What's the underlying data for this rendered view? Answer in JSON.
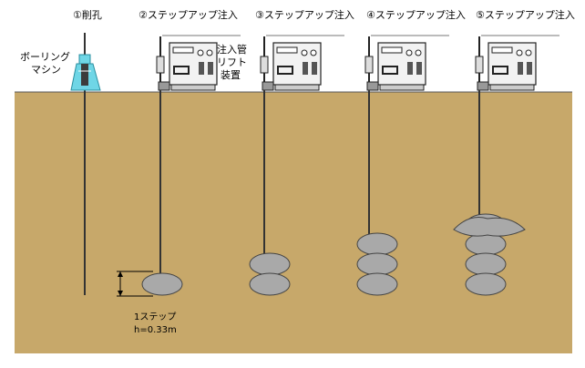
{
  "colors": {
    "ground": "#c7a86a",
    "ground_line": "#555555",
    "boring_machine": "#6fd6e6",
    "injector_body": "#f2f2f2",
    "bulb_fill": "#a9a9a9",
    "bulb_stroke": "#444444",
    "rod": "#333333"
  },
  "stages": [
    {
      "title": "①削孔",
      "kind": "boring",
      "bulbs": 0
    },
    {
      "title": "②ステップアップ注入",
      "kind": "injection",
      "bulbs": 1
    },
    {
      "title": "③ステップアップ注入",
      "kind": "injection",
      "bulbs": 2
    },
    {
      "title": "④ステップアップ注入",
      "kind": "injection",
      "bulbs": 3
    },
    {
      "title": "⑤ステップアップ注入",
      "kind": "injection",
      "bulbs": 4
    }
  ],
  "labels": {
    "boring_machine_line1": "ボーリング",
    "boring_machine_line2": "マシン",
    "lift_line1": "注入管",
    "lift_line2": "リフト",
    "lift_line3": "装置",
    "step_line1": "1ステップ",
    "step_line2": "h=0.33m"
  },
  "icons": {
    "boring_machine": "boring-machine-icon",
    "injector": "grout-pump-lift-unit-icon"
  }
}
